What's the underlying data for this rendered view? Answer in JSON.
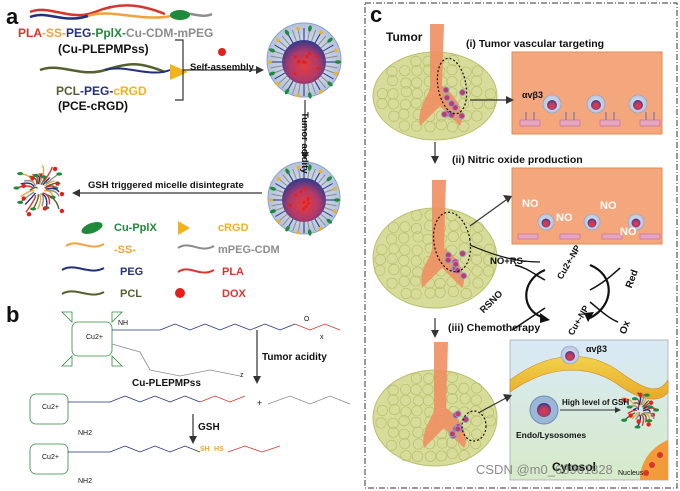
{
  "colors": {
    "tumor_orange": "#f4a67d",
    "vessel_orange": "#ef8f63",
    "cell_green": "#d7dc9a",
    "cell_outline": "#b9c06c",
    "pla_red": "#d6362c",
    "ss_orange": "#f0a23d",
    "peg_blue": "#23307a",
    "pplx_green": "#1e8a3a",
    "mpeg_gray": "#8c8c8c",
    "pcl_olive": "#55602e",
    "crgd_yellow": "#f2b21c",
    "dox_red": "#e3201b",
    "cytosol_bg": "#d9ead0",
    "endo_blue": "#9ab7d6"
  },
  "panel_a": {
    "label": "a",
    "polymer1": {
      "pla": "PLA",
      "ss": "-SS-",
      "peg": "PEG",
      "pplx": "-PplX-",
      "cu_cdm_mpeg": "Cu-CDM-mPEG",
      "name": "(Cu-PLEPMPss)"
    },
    "polymer2": {
      "pcl": "PCL",
      "peg": "-PEG-",
      "crgd": "cRGD",
      "name": "(PCE-cRGD)"
    },
    "self_assembly": "Self-assembly",
    "tumor_acidity": "Tumor acidity",
    "gsh_disintegrate": "GSH triggered  micelle disintegrate",
    "legend": {
      "cu_pplx": "Cu-PplX",
      "crgd": "cRGD",
      "ss": "-SS-",
      "mpeg_cdm": "mPEG-CDM",
      "peg": "PEG",
      "pla": "PLA",
      "pcl": "PCL",
      "dox": "DOX"
    }
  },
  "panel_b": {
    "label": "b",
    "molecule_name": "Cu-PLEPMPss",
    "tumor_acidity": "Tumor acidity",
    "gsh": "GSH",
    "cu_label": "Cu2+",
    "nh": "NH",
    "nh2": "NH2",
    "sh": "SH",
    "hs": "HS",
    "o": "O",
    "x": "x",
    "z": "z",
    "plus": "+"
  },
  "panel_c": {
    "label": "c",
    "tumor": "Tumor",
    "step1": "(i) Tumor vascular targeting",
    "step2": "(ii) Nitric oxide production",
    "step3": "(iii) Chemotherapy",
    "integrin": "αvβ3",
    "no": "NO",
    "no_rs": "NO+RS-",
    "rsno": "RSNO",
    "cu2_np": "Cu2+-NP",
    "cu_np": "Cu+-NP",
    "red": "Red",
    "ox": "Ox",
    "endo": "Endo/Lysosomes",
    "high_gsh": "High level of GSH",
    "cytosol": "Cytosol",
    "nucleus": "Nucleus",
    "watermark": "CSDN @m0_68961828"
  }
}
